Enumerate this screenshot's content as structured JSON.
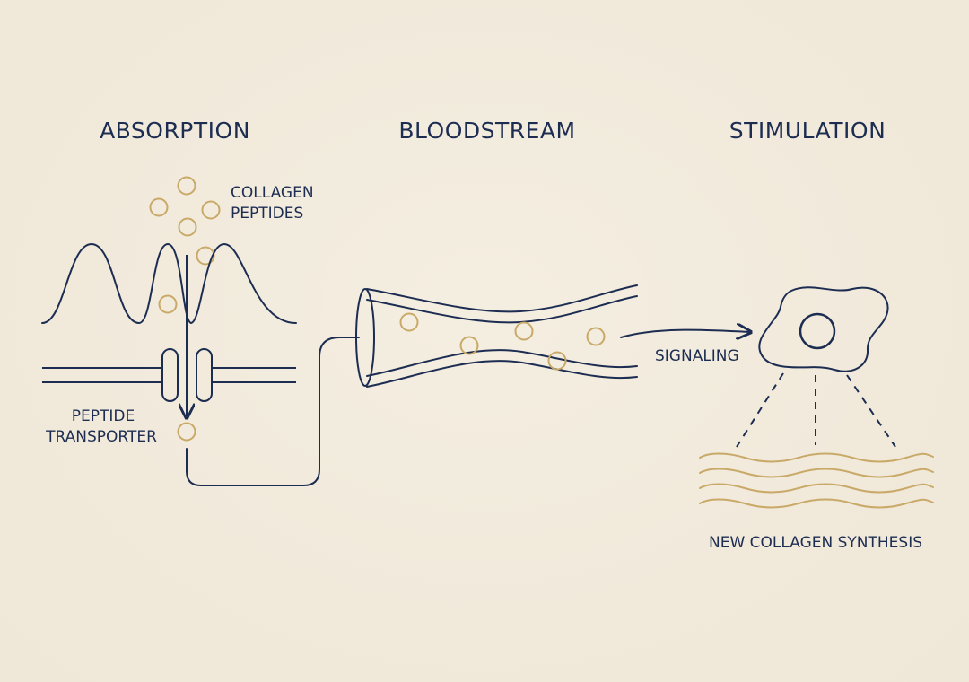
{
  "headings": {
    "absorption": "ABSORPTION",
    "bloodstream": "BLOODSTREAM",
    "stimulation": "STIMULATION"
  },
  "labels": {
    "collagen_line1": "COLLAGEN",
    "collagen_line2": "PEPTIDES",
    "transporter_line1": "PEPTIDE",
    "transporter_line2": "TRANSPORTER",
    "signaling": "SIGNALING",
    "synthesis": "NEW COLLAGEN SYNTHESIS"
  },
  "colors": {
    "ink": "#1d2d52",
    "gold": "#c9a968",
    "background": "#f2ebdc"
  }
}
